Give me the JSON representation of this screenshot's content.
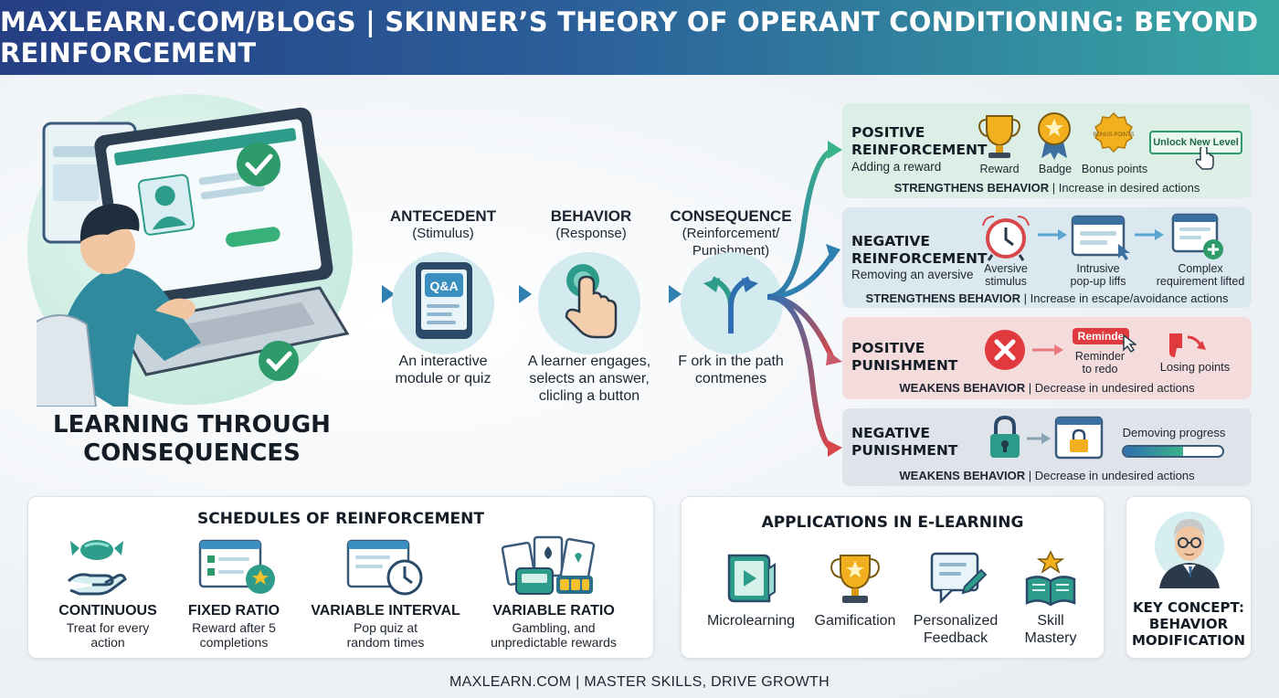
{
  "header": {
    "title": "MAXLEARN.COM/BLOGS  |  SKINNER’S THEORY OF OPERANT CONDITIONING: BEYOND REINFORCEMENT"
  },
  "hero": {
    "title_line1": "LEARNING THROUGH",
    "title_line2": "CONSEQUENCES",
    "icons": [
      "laptop-learner-icon",
      "check-icon"
    ]
  },
  "flow": {
    "antecedent": {
      "heading": "ANTECEDENT",
      "sub": "(Stimulus)",
      "icon": "qa-tablet-icon",
      "icon_text": "Q&A",
      "desc_line1": "An interactive",
      "desc_line2": "module or quiz"
    },
    "behavior": {
      "heading": "BEHAVIOR",
      "sub": "(Response)",
      "icon": "tap-hand-icon",
      "desc_line1": "A learner engages,",
      "desc_line2": "selects an answer,",
      "desc_line3": "clicling a button"
    },
    "consequence": {
      "heading": "CONSEQUENCE",
      "sub_line1": "(Reinforcement/",
      "sub_line2": "Punishment)",
      "icon": "fork-arrows-icon",
      "desc_line1": "F ork in the path",
      "desc_line2": "contmenes"
    }
  },
  "panels": {
    "positive_reinforcement": {
      "title_line1": "POSITIVE",
      "title_line2": "REINFORCEMENT",
      "sub": "Adding a reward",
      "items": [
        "Reward",
        "Badge",
        "Bonus points"
      ],
      "bonus_icon_text": "BONUS POINTS",
      "button_label": "Unlock New Level",
      "effect": "STRENGTHENS BEHAVIOR",
      "detail": "| Increase in desired actions"
    },
    "negative_reinforcement": {
      "title_line1": "NEGATIVE",
      "title_line2": "REINFORCEMENT",
      "sub": "Removing an aversive",
      "item1_line1": "Aversive",
      "item1_line2": "stimulus",
      "item2_line1": "Intrusive",
      "item2_line2": "pop-up liffs",
      "item3_line1": "Complex",
      "item3_line2": "requirement lifted",
      "effect": "STRENGTHENS BEHAVIOR",
      "detail": "| Increase in escape/avoidance actions"
    },
    "positive_punishment": {
      "title_line1": "POSITIVE",
      "title_line2": "PUNISHMENT",
      "button_label": "Reminde",
      "item2_line1": "Reminder",
      "item2_line2": "to redo",
      "item3": "Losing points",
      "effect": "WEAKENS BEHAVIOR",
      "detail": "| Decrease in undesired actions"
    },
    "negative_punishment": {
      "title_line1": "NEGATIVE",
      "title_line2": "PUNISHMENT",
      "item3": "Demoving progress",
      "effect": "WEAKENS BEHAVIOR",
      "detail": "| Decrease in undesired actions"
    }
  },
  "schedules": {
    "title": "SCHEDULES OF REINFORCEMENT",
    "items": [
      {
        "label": "CONTINUOUS",
        "desc_line1": "Treat for every",
        "desc_line2": "action",
        "icon": "candy-hand-icon"
      },
      {
        "label": "FIXED RATIO",
        "desc_line1": "Reward after 5",
        "desc_line2": "completions",
        "icon": "checklist-star-icon"
      },
      {
        "label": "VARIABLE INTERVAL",
        "desc_line1": "Pop quiz at",
        "desc_line2": "random times",
        "icon": "clock-window-icon"
      },
      {
        "label": "VARIABLE RATIO",
        "desc_line1": "Gambling, and",
        "desc_line2": "unpredictable rewards",
        "icon": "cards-slot-icon"
      }
    ]
  },
  "applications": {
    "title": "APPLICATIONS IN E-LEARNING",
    "items": [
      {
        "line1": "Microlearning",
        "line2": "",
        "icon": "video-book-icon"
      },
      {
        "line1": "Gamification",
        "line2": "",
        "icon": "trophy-icon"
      },
      {
        "line1": "Personalized",
        "line2": "Feedback",
        "icon": "feedback-icon"
      },
      {
        "line1": "Skill",
        "line2": "Mastery",
        "icon": "book-star-icon"
      }
    ]
  },
  "key_concept": {
    "line1": "KEY CONCEPT:",
    "line2": "BEHAVIOR",
    "line3": "MODIFICATION",
    "icon": "skinner-portrait-icon"
  },
  "footer": {
    "text": "MAXLEARN.COM  |  MASTER SKILLS, DRIVE GROWTH"
  },
  "colors": {
    "header_start": "#263f84",
    "header_end": "#38a7a3",
    "teal": "#2e9c8a",
    "blue": "#2f6fb0",
    "red": "#d9474a"
  }
}
